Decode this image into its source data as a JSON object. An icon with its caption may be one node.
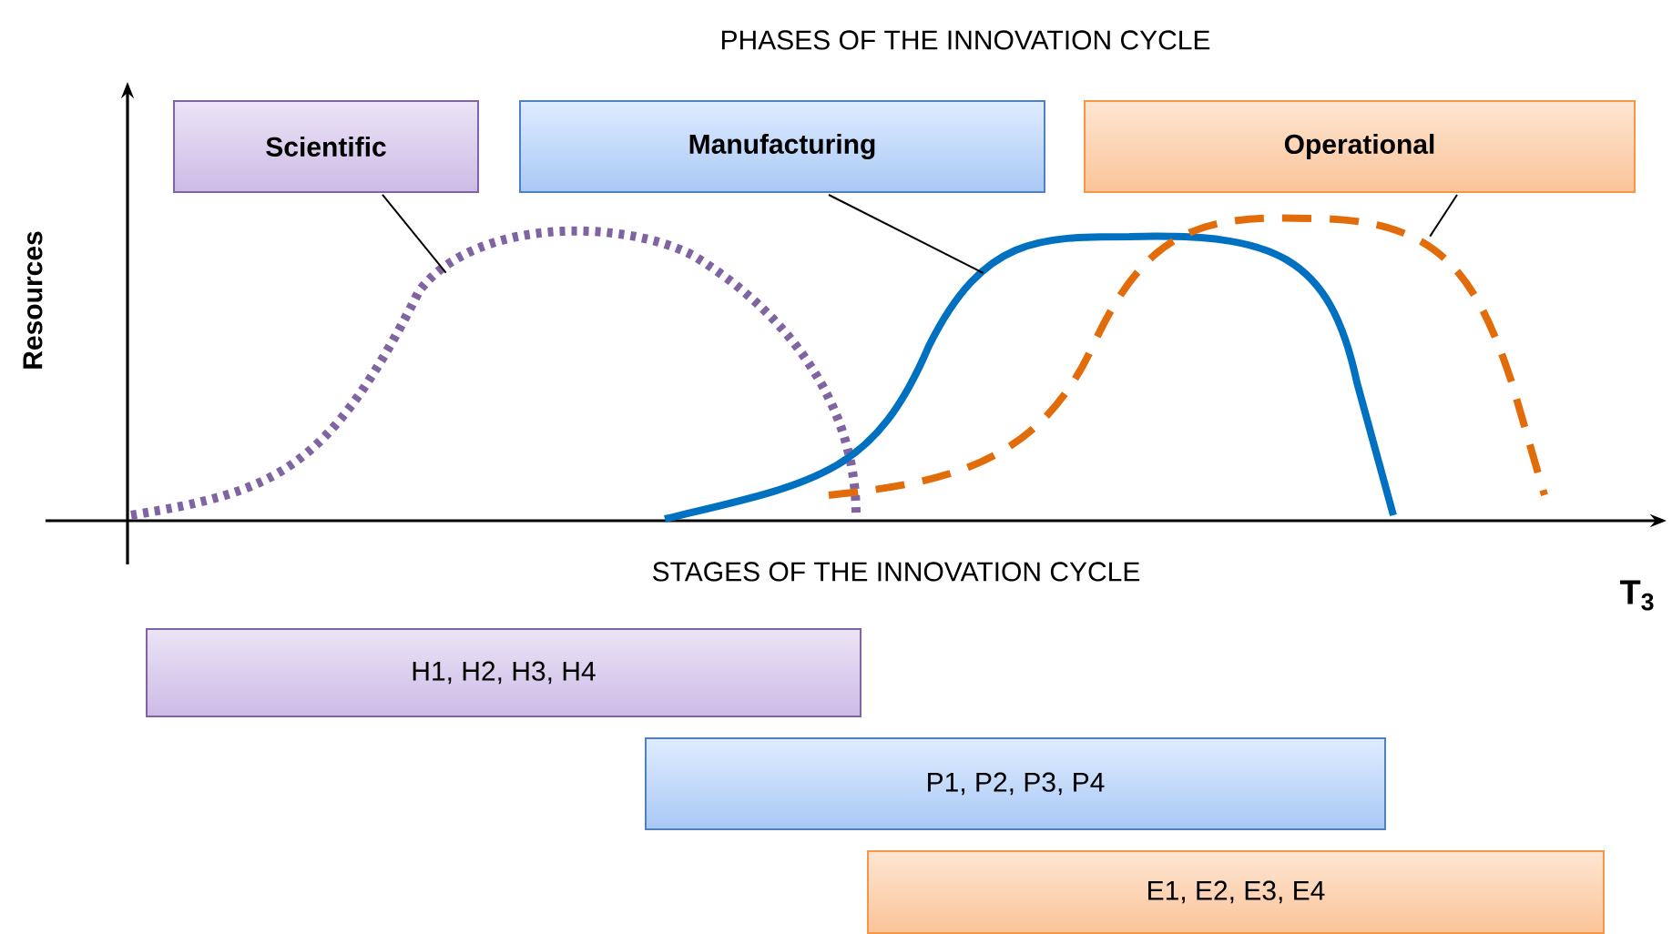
{
  "diagram": {
    "title": "PHASES OF THE INNOVATION CYCLE",
    "nodes": [
      {
        "text": [
          "Scientific"
        ]
      },
      {
        "text": [
          "Manufacturing"
        ]
      },
      {
        "text": [
          "Operational"
        ]
      },
      {
        "text": [],
        "shape": "curve"
      },
      {
        "text": [],
        "shape": "curve"
      },
      {
        "text": [],
        "shape": "curve"
      },
      {
        "text": [
          "H1, H2, H3, H4"
        ]
      },
      {
        "text": [
          "P1, P2, P3, P4"
        ]
      },
      {
        "text": [
          "E1, E2, E3, E4"
        ]
      }
    ],
    "edges": [
      {
        "from": 0,
        "to": 3,
        "arrow": "none"
      },
      {
        "from": 1,
        "to": 4,
        "arrow": "none"
      },
      {
        "from": 2,
        "to": 5,
        "arrow": "none"
      }
    ],
    "labels": [
      "Resources",
      "STAGES OF THE INNOVATION CYCLE",
      "T$_{3}$"
    ]
  }
}
